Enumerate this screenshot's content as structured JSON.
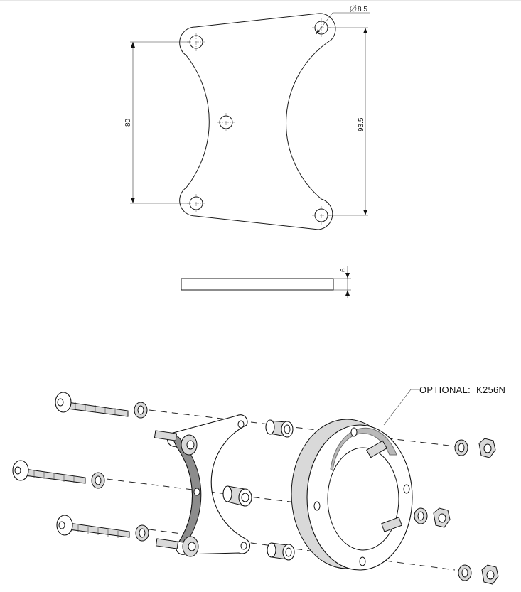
{
  "top_view": {
    "hole_diameter_label": "8.5",
    "dim_left_label": "80",
    "dim_right_label": "93.5"
  },
  "side_view": {
    "thickness_label": "6"
  },
  "exploded_view": {
    "optional_label": "OPTIONAL:",
    "optional_part": "K256N"
  }
}
